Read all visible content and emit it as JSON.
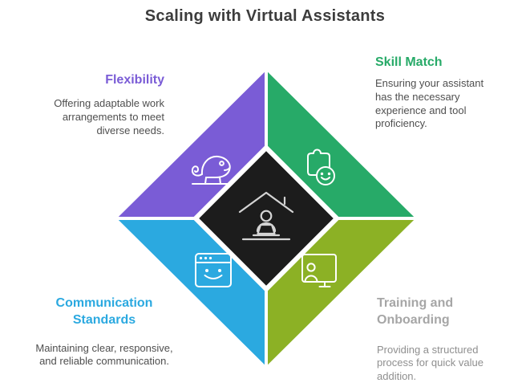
{
  "title": "Scaling with Virtual Assistants",
  "center": {
    "icon": "home-office-icon",
    "background": "#1c1c1c",
    "icon_stroke": "#d4d4d4"
  },
  "quadrants": [
    {
      "id": "flexibility",
      "heading": "Flexibility",
      "description": "Offering adaptable work arrangements to meet diverse needs.",
      "color": "#7a5cd6",
      "heading_color": "#7a5cd6",
      "icon": "chameleon-icon"
    },
    {
      "id": "skill-match",
      "heading": "Skill Match",
      "description": "Ensuring your assistant has the necessary experience and tool proficiency.",
      "color": "#27aa68",
      "heading_color": "#27aa68",
      "icon": "puzzle-smiley-icon"
    },
    {
      "id": "communication-standards",
      "heading": "Communication Standards",
      "description": "Maintaining clear, responsive, and reliable communication.",
      "color": "#2ba9e0",
      "heading_color": "#2ba9e0",
      "icon": "browser-smiley-icon"
    },
    {
      "id": "training-and-onboarding",
      "heading": "Training and Onboarding",
      "description": "Providing a structured process for quick value addition.",
      "color": "#8cb125",
      "heading_color": "#a6a6a6",
      "icon": "person-screen-icon"
    }
  ],
  "text_colors": {
    "title": "#3c3c3c",
    "description": "#4f4f4f",
    "se_description": "#8f8f8f"
  }
}
